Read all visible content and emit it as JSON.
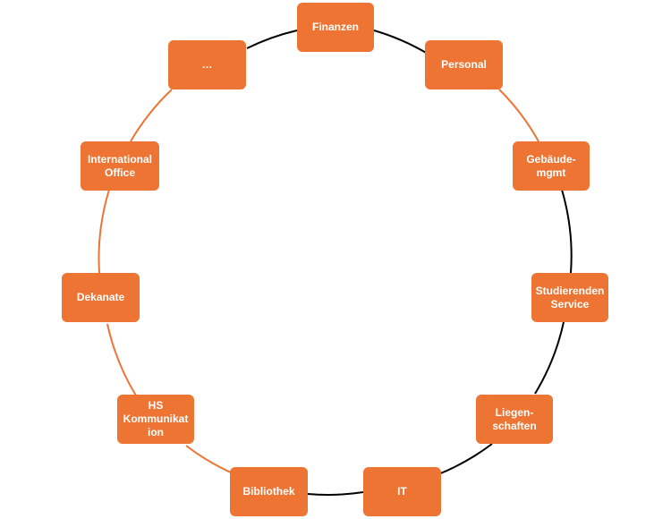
{
  "colors": {
    "node_fill": "#ED7433",
    "node_text": "#FFFFFF",
    "ring_orange": "#ED7433",
    "ring_dark": "#000000"
  },
  "nodes": [
    {
      "id": "finanzen",
      "label": "Finanzen"
    },
    {
      "id": "personal",
      "label": "Personal"
    },
    {
      "id": "gebaeude",
      "label": "Gebäude-\nmgmt"
    },
    {
      "id": "studierenden",
      "label": "Studierenden\nService"
    },
    {
      "id": "liegenschaften",
      "label": "Liegen-\nschaften"
    },
    {
      "id": "it",
      "label": "IT"
    },
    {
      "id": "bibliothek",
      "label": "Bibliothek"
    },
    {
      "id": "hs-kommunikation",
      "label": "HS\nKommunikat\nion"
    },
    {
      "id": "dekanate",
      "label": "Dekanate"
    },
    {
      "id": "international",
      "label": "International\nOffice"
    },
    {
      "id": "ellipsis",
      "label": "…"
    }
  ]
}
